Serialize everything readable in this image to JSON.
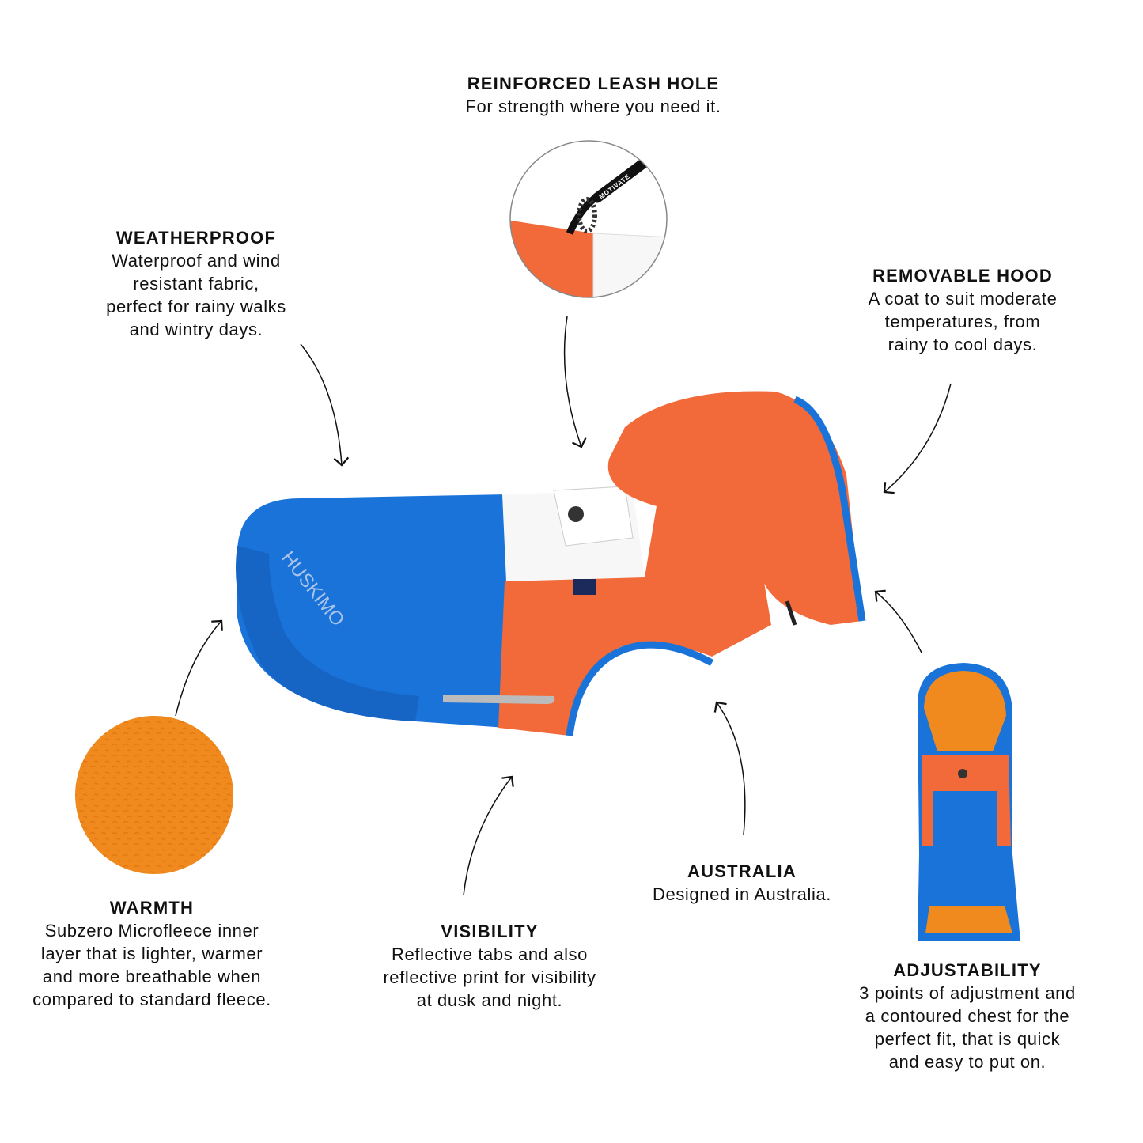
{
  "features": {
    "leash": {
      "title": "REINFORCED LEASH HOLE",
      "lines": [
        "For strength where you need it."
      ]
    },
    "weatherproof": {
      "title": "WEATHERPROOF",
      "lines": [
        "Waterproof and wind",
        "resistant fabric,",
        "perfect for rainy walks",
        "and wintry days."
      ]
    },
    "hood": {
      "title": "REMOVABLE HOOD",
      "lines": [
        "A coat to suit moderate",
        "temperatures, from",
        "rainy to cool days."
      ]
    },
    "warmth": {
      "title": "WARMTH",
      "lines": [
        "Subzero Microfleece inner",
        "layer that is lighter, warmer",
        "and more breathable when",
        "compared to standard fleece."
      ]
    },
    "visibility": {
      "title": "VISIBILITY",
      "lines": [
        "Reflective tabs and also",
        "reflective print for visibility",
        "at dusk and night."
      ]
    },
    "australia": {
      "title": "AUSTRALIA",
      "lines": [
        "Designed in Australia."
      ]
    },
    "adjustability": {
      "title": "ADJUSTABILITY",
      "lines": [
        "3 points of adjustment and",
        "a contoured chest for the",
        "perfect fit, that is quick",
        "and easy to put on."
      ]
    }
  },
  "brand": {
    "coat_print": "HUSKIMO",
    "leash_print": "MOTIVATE"
  },
  "colors": {
    "blue": "#1a73d9",
    "orange": "#f26a3a",
    "fleece": "#f08a1e",
    "white": "#f7f7f7"
  }
}
